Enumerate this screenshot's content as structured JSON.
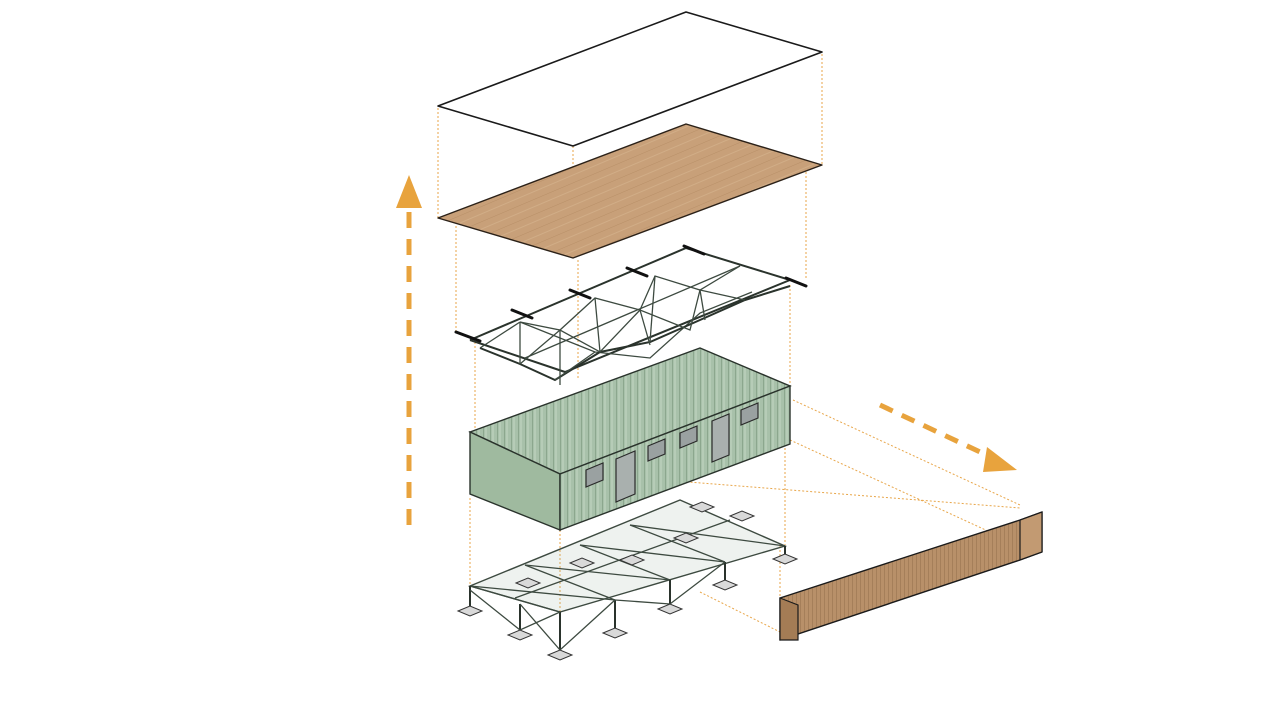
{
  "diagram": {
    "layers": [
      {
        "id": "roof_sheet",
        "icon": "corrugated-roof-panel",
        "color": "#f4f4f4"
      },
      {
        "id": "timber_deck",
        "icon": "timber-board-deck",
        "color": "#c9a27a"
      },
      {
        "id": "roof_truss",
        "icon": "steel-space-truss",
        "color": "#8fa994"
      },
      {
        "id": "container_module",
        "icon": "green-shipping-container",
        "color": "#a9c2ab"
      },
      {
        "id": "base_frame",
        "icon": "steel-base-frame-with-footings",
        "color": "#8fa994"
      },
      {
        "id": "timber_screen",
        "icon": "timber-slat-screen-wall",
        "color": "#b38c64"
      }
    ],
    "arrows": [
      {
        "id": "vertical_stack",
        "icon": "dashed-arrow-up",
        "color": "#e8a33d"
      },
      {
        "id": "horizontal_shift",
        "icon": "dashed-arrow-diagonal",
        "color": "#e8a33d"
      }
    ],
    "guide_color": "#e8a64a"
  }
}
